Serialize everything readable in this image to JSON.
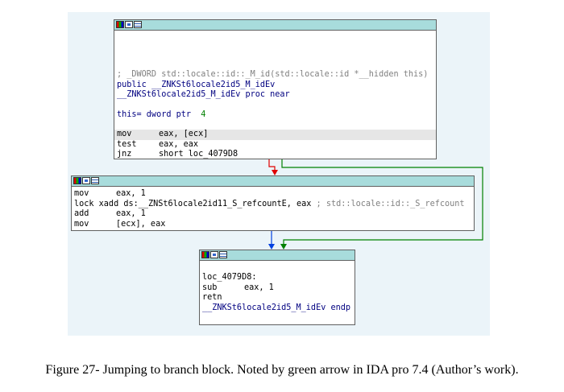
{
  "node1": {
    "comment": "; _DWORD std::locale::id::_M_id(std::locale::id *__hidden this)",
    "public_kw": "public ",
    "public_name": "__ZNKSt6locale2id5_M_idEv",
    "proc_line": "__ZNKSt6locale2id5_M_idEv proc near",
    "var_name": "this= dword ptr  ",
    "var_value": "4",
    "instr": [
      {
        "mnemonic": "mov",
        "operands": "eax, [ecx]"
      },
      {
        "mnemonic": "test",
        "operands": "eax, eax"
      },
      {
        "mnemonic": "jnz",
        "operands": "short loc_4079D8"
      }
    ]
  },
  "node2": {
    "instr": [
      {
        "mnemonic": "mov",
        "operands": "eax, 1"
      },
      {
        "mnemonic": "lock xadd",
        "operands": "ds:__ZNSt6locale2id11_S_refcountE, eax",
        "comment": " ; std::locale::id::_S_refcount"
      },
      {
        "mnemonic": "add",
        "operands": "eax, 1"
      },
      {
        "mnemonic": "mov",
        "operands": "[ecx], eax"
      }
    ]
  },
  "node3": {
    "label": "loc_4079D8:",
    "instr": [
      {
        "mnemonic": "sub",
        "operands": "eax, 1"
      },
      {
        "mnemonic": "retn",
        "operands": ""
      }
    ],
    "endp": "__ZNKSt6locale2id5_M_idEv endp"
  },
  "colors": {
    "false_edge": "#e00000",
    "true_edge": "#008000",
    "fallthrough_edge": "#0040e0",
    "header": "#a8dcdc",
    "background": "#ebf4f9"
  },
  "caption": "Figure 27- Jumping to branch block. Noted by green arrow in IDA pro 7.4 (Author’s work)."
}
